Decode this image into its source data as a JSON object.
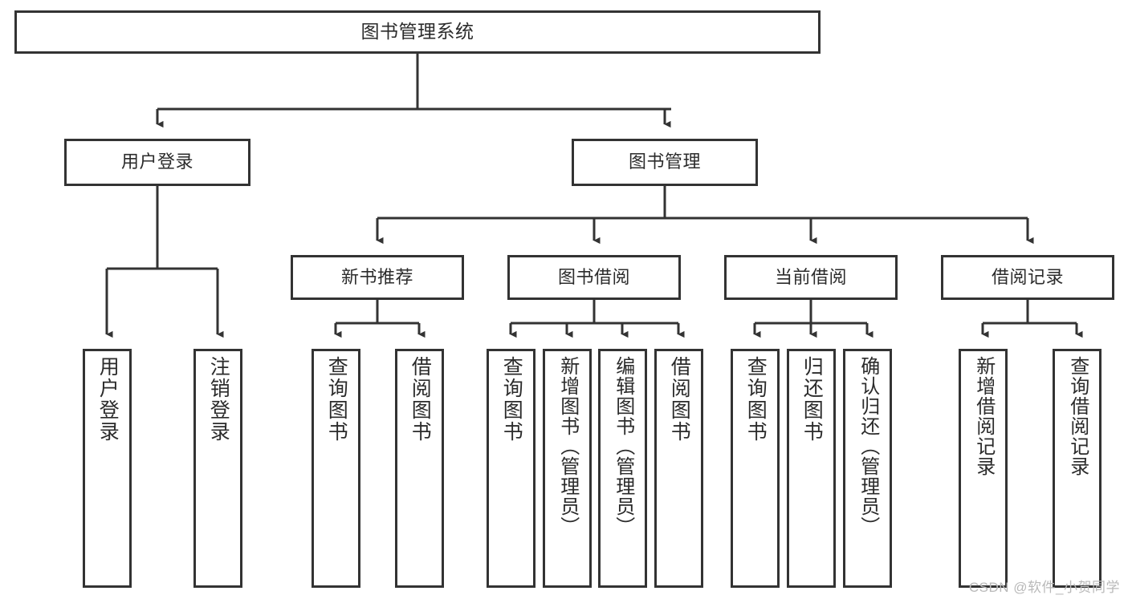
{
  "diagram": {
    "title": "图书管理系统",
    "type": "hierarchy-tree",
    "watermark": "CSDN @软件_小贺同学",
    "colors": {
      "stroke": "#333333",
      "fill": "#ffffff",
      "text": "#2b2b2b",
      "watermark": "#b9b9b9"
    }
  },
  "nodes": {
    "root": {
      "label": "图书管理系统"
    },
    "level1": [
      {
        "id": "user-login",
        "label": "用户登录"
      },
      {
        "id": "book-manage",
        "label": "图书管理"
      }
    ],
    "level2": [
      {
        "id": "new-book-recommend",
        "label": "新书推荐"
      },
      {
        "id": "book-borrow",
        "label": "图书借阅"
      },
      {
        "id": "current-borrow",
        "label": "当前借阅"
      },
      {
        "id": "borrow-record",
        "label": "借阅记录"
      }
    ],
    "leaves": {
      "user_login": [
        {
          "id": "leaf-user-login",
          "label": "用户登录"
        },
        {
          "id": "leaf-logout-login",
          "label": "注销登录"
        }
      ],
      "new_book_recommend": [
        {
          "id": "leaf-query-book-1",
          "label": "查询图书"
        },
        {
          "id": "leaf-borrow-book-1",
          "label": "借阅图书"
        }
      ],
      "book_borrow": [
        {
          "id": "leaf-query-book-2",
          "label": "查询图书"
        },
        {
          "id": "leaf-add-book",
          "label": "新增图书（管理员）"
        },
        {
          "id": "leaf-edit-book",
          "label": "编辑图书（管理员）"
        },
        {
          "id": "leaf-borrow-book-2",
          "label": "借阅图书"
        }
      ],
      "current_borrow": [
        {
          "id": "leaf-query-book-3",
          "label": "查询图书"
        },
        {
          "id": "leaf-return-book",
          "label": "归还图书"
        },
        {
          "id": "leaf-confirm-return",
          "label": "确认归还（管理员）"
        }
      ],
      "borrow_record": [
        {
          "id": "leaf-add-record",
          "label": "新增借阅记录"
        },
        {
          "id": "leaf-query-record",
          "label": "查询借阅记录"
        }
      ]
    }
  }
}
